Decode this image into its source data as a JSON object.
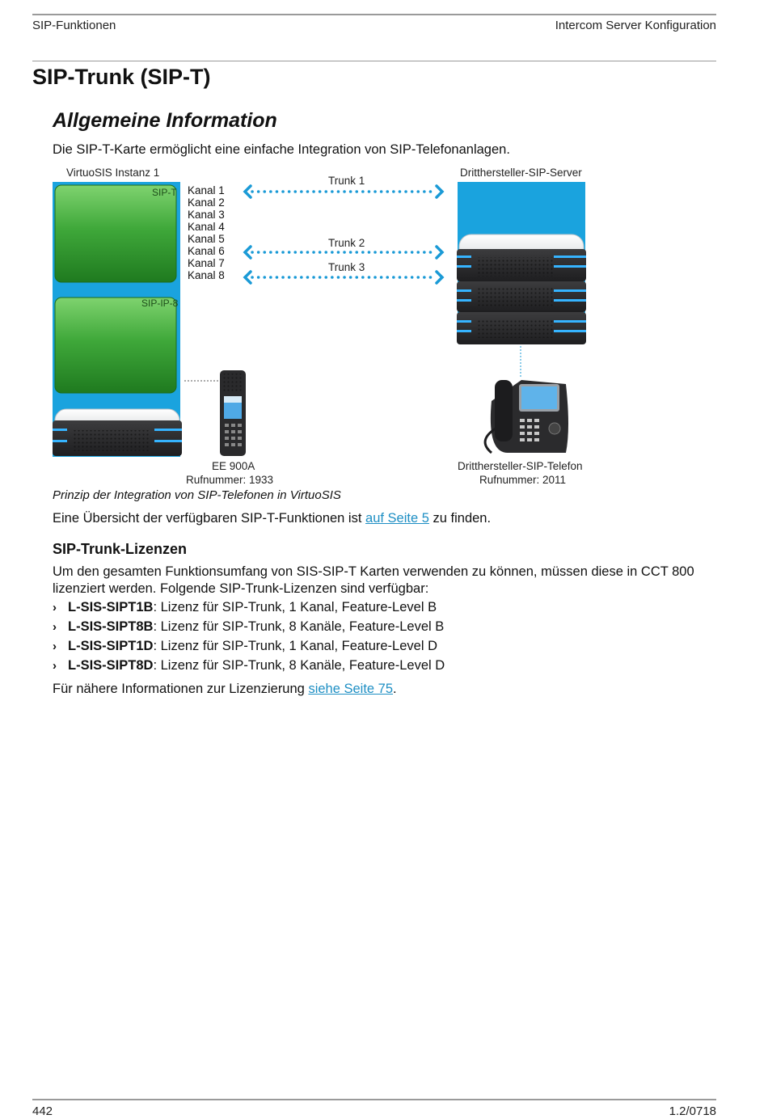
{
  "header": {
    "left": "SIP-Funktionen",
    "right": "Intercom Server Konfiguration"
  },
  "title": "SIP-Trunk (SIP-T)",
  "section": "Allgemeine Information",
  "intro": "Die SIP-T-Karte ermöglicht eine einfache Integration von SIP-Telefonanlagen.",
  "diagram": {
    "instance_label": "VirtuoSIS Instanz 1",
    "server_label": "Dritthersteller-SIP-Server",
    "card_top_label": "SIP-T",
    "card_bottom_label": "SIP-IP-8",
    "channels": [
      "Kanal 1",
      "Kanal 2",
      "Kanal 3",
      "Kanal 4",
      "Kanal 5",
      "Kanal 6",
      "Kanal 7",
      "Kanal 8"
    ],
    "trunks": [
      "Trunk 1",
      "Trunk 2",
      "Trunk 3"
    ],
    "device_left": {
      "name": "EE 900A",
      "number": "Rufnummer: 1933"
    },
    "device_right": {
      "name": "Dritthersteller-SIP-Telefon",
      "number": "Rufnummer: 2011"
    },
    "colors": {
      "accent": "#1aa3de",
      "card_green": "#3aa23a",
      "server_dark": "#2e2e30",
      "arrow": "#1a9ad6"
    }
  },
  "caption": "Prinzip der Integration von SIP-Telefonen in VirtuoSIS",
  "overview": {
    "before": "Eine Übersicht der verfügbaren SIP-T-Funktionen ist ",
    "link": "auf Seite 5",
    "after": " zu finden."
  },
  "licenses_heading": "SIP-Trunk-Lizenzen",
  "licenses_intro": "Um den gesamten Funktionsumfang von SIS-SIP-T Karten verwenden zu können, müssen diese in CCT 800 lizenziert werden. Folgende SIP-Trunk-Lizenzen sind verfügbar:",
  "licenses": [
    {
      "code": "L-SIS-SIPT1B",
      "desc": ": Lizenz für SIP-Trunk, 1 Kanal, Feature-Level B"
    },
    {
      "code": "L-SIS-SIPT8B",
      "desc": ": Lizenz für SIP-Trunk, 8 Kanäle, Feature-Level B"
    },
    {
      "code": "L-SIS-SIPT1D",
      "desc": ": Lizenz für SIP-Trunk, 1 Kanal, Feature-Level D"
    },
    {
      "code": "L-SIS-SIPT8D",
      "desc": ": Lizenz für SIP-Trunk, 8 Kanäle, Feature-Level D"
    }
  ],
  "list_marker": "›",
  "more_info": {
    "before": "Für nähere Informationen zur Lizenzierung ",
    "link": "siehe Seite 75",
    "after": "."
  },
  "footer": {
    "page": "442",
    "version": "1.2/0718"
  }
}
